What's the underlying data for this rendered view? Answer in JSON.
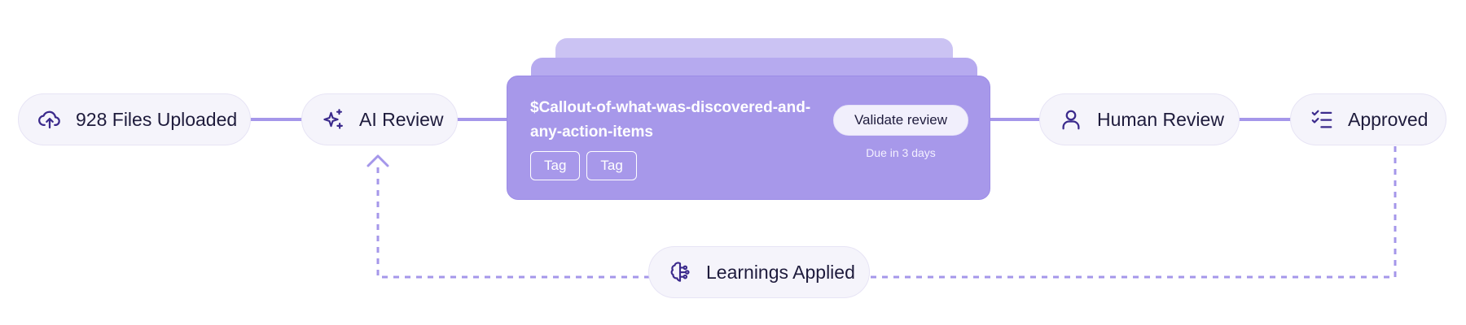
{
  "steps": {
    "files_uploaded": {
      "label": "928 Files Uploaded",
      "icon": "cloud-upload-icon"
    },
    "ai_review": {
      "label": "AI Review",
      "icon": "sparkles-icon"
    },
    "human_review": {
      "label": "Human Review",
      "icon": "user-icon"
    },
    "approved": {
      "label": "Approved",
      "icon": "checklist-icon"
    },
    "learnings": {
      "label": "Learnings Applied",
      "icon": "brain-icon"
    }
  },
  "card": {
    "title": "$Callout-of-what-was-discovered-and-any-action-items",
    "tags": [
      "Tag",
      "Tag"
    ],
    "button_label": "Validate review",
    "due_text": "Due in 3 days"
  },
  "colors": {
    "accent": "#9d8ce8",
    "card": "#a798ea",
    "icon": "#3b2a8c",
    "pill_bg": "#f5f4fb"
  }
}
